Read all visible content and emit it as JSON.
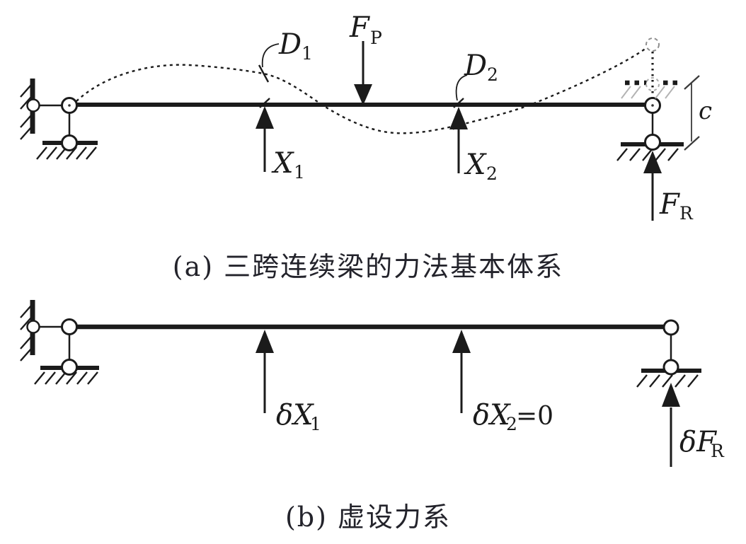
{
  "figure": {
    "background": "#ffffff",
    "ink_color": "#1b1b1b",
    "ghost_color": "#a0a0a0",
    "panel_a": {
      "caption": "(a) 三跨连续梁的力法基本体系",
      "labels": {
        "d1": {
          "main": "D",
          "sub": "1"
        },
        "fp": {
          "main": "F",
          "sub": "P"
        },
        "d2": {
          "main": "D",
          "sub": "2"
        },
        "x1": {
          "main": "X",
          "sub": "1"
        },
        "x2": {
          "main": "X",
          "sub": "2"
        },
        "fr": {
          "main": "F",
          "sub": "R"
        },
        "c_dim": "c"
      }
    },
    "panel_b": {
      "caption": "(b) 虚设力系",
      "labels": {
        "dx1": {
          "main": "δX",
          "sub": "1"
        },
        "dx2": {
          "main": "δX",
          "sub": "2",
          "suffix": "=0"
        },
        "dfr": {
          "main": "δF",
          "sub": "R"
        }
      }
    }
  }
}
